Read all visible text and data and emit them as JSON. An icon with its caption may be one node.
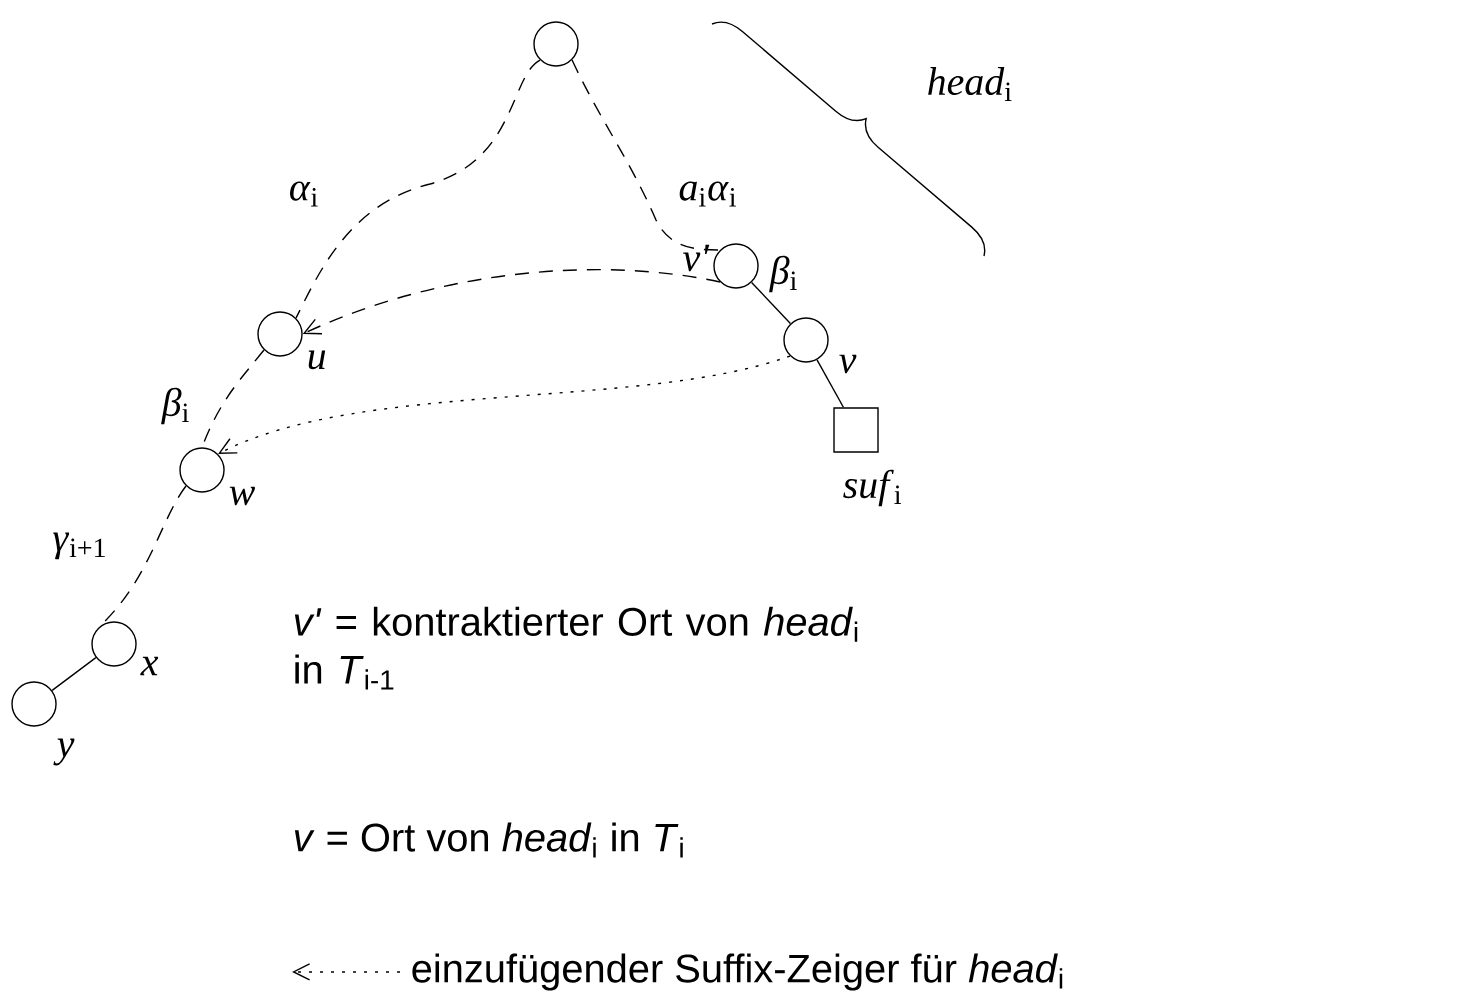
{
  "diagram": {
    "nodes": [
      {
        "text": [],
        "shape": "circle"
      },
      {
        "text": [],
        "shape": "circle",
        "beside": [
          "*v'*"
        ]
      },
      {
        "text": [],
        "shape": "circle",
        "beside": [
          "*v*"
        ]
      },
      {
        "text": [],
        "shape": "box",
        "beside": [
          "*suf*$_{i}$"
        ]
      },
      {
        "text": [],
        "shape": "circle",
        "beside": [
          "*u*"
        ]
      },
      {
        "text": [],
        "shape": "circle",
        "beside": [
          "*w*"
        ]
      },
      {
        "text": [],
        "shape": "circle",
        "beside": [
          "*x*"
        ]
      },
      {
        "text": [],
        "shape": "circle",
        "beside": [
          "*y*"
        ]
      }
    ],
    "edges": [
      {
        "from": 0,
        "to": 4,
        "arrow": "none",
        "style": "dashed",
        "label": "*α*$_{i}$"
      },
      {
        "from": 0,
        "to": 1,
        "arrow": "none",
        "style": "dashed",
        "label": "*a*$_{i}$*α*$_{i}$"
      },
      {
        "from": 1,
        "to": 2,
        "arrow": "none",
        "label": "*β*$_{i}$"
      },
      {
        "from": 2,
        "to": 3,
        "arrow": "none"
      },
      {
        "from": 1,
        "to": 4,
        "arrow": "to",
        "style": "dashed"
      },
      {
        "from": 2,
        "to": 5,
        "arrow": "to",
        "style": "dashed"
      },
      {
        "from": 4,
        "to": 5,
        "arrow": "none",
        "style": "dashed",
        "label": "*β*$_{i}$"
      },
      {
        "from": 5,
        "to": 6,
        "arrow": "none",
        "style": "dashed",
        "label": "*γ*$_{i+1}$"
      },
      {
        "from": 6,
        "to": 7,
        "arrow": "none"
      }
    ],
    "labels": [
      "*head*$_{i}$",
      "*v'* = kontraktierter Ort von *head*$_{i}$ in *T*$_{i-1}$",
      "*v* = Ort von *head*$_{i}$ in *T*$_{i}$"
    ],
    "legend": [
      {
        "text": "einzufügender Suffix-Zeiger für *head*$_{i}$"
      }
    ]
  }
}
